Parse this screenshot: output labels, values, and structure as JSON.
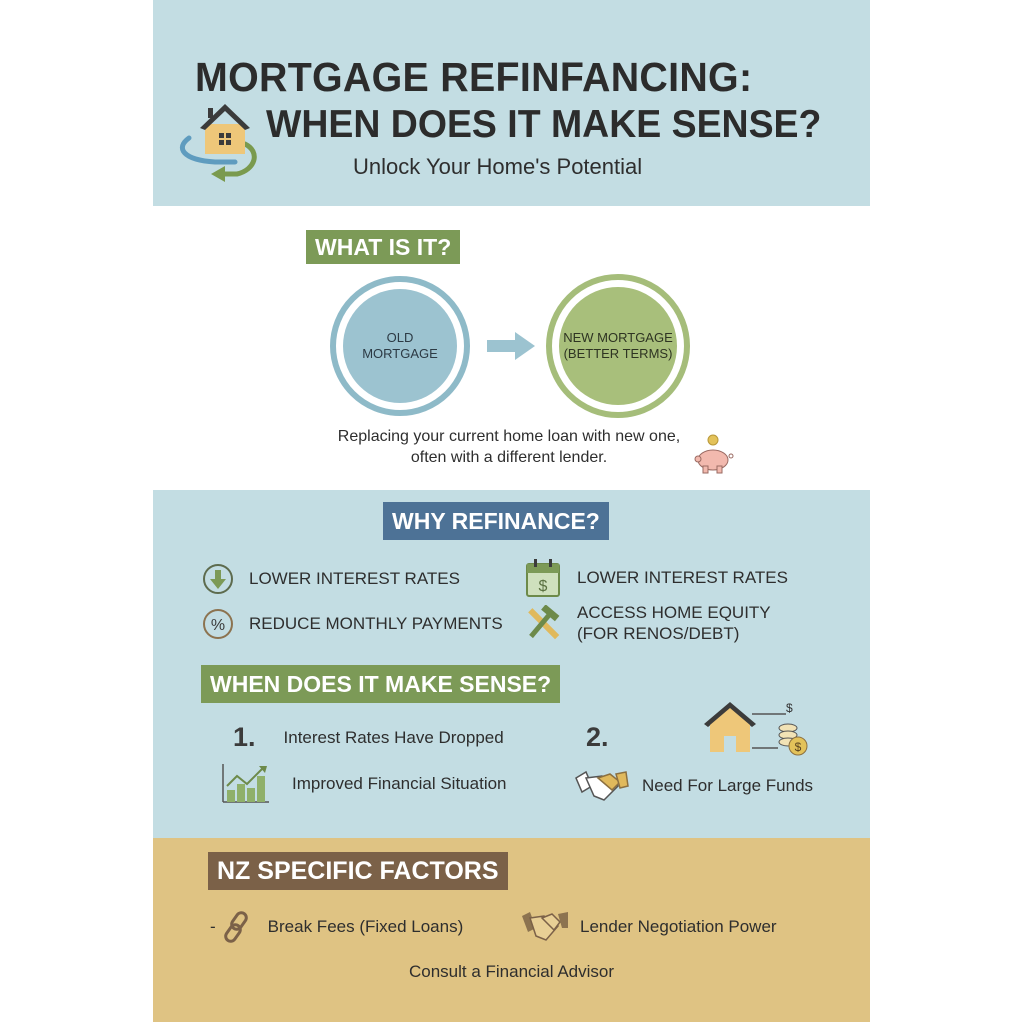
{
  "header": {
    "title_line1": "MORTGAGE REFINFANCING:",
    "title_line2": "WHEN DOES IT MAKE SENSE?",
    "subtitle": "Unlock Your Home's Potential",
    "icon": "house-refresh-icon"
  },
  "what_is_it": {
    "heading": "WHAT IS IT?",
    "old_label_1": "OLD",
    "old_label_2": "MORTGAGE",
    "new_label_1": "NEW MORTGAGE",
    "new_label_2": "(BETTER TERMS)",
    "description_line1": "Replacing your current home loan with new one,",
    "description_line2": "often with a different lender.",
    "icons": [
      "arrow-right-icon",
      "piggy-bank-icon"
    ]
  },
  "why_refinance": {
    "heading": "WHY REFINANCE?",
    "items": [
      {
        "icon": "down-arrow-circle-icon",
        "label": "LOWER INTEREST RATES"
      },
      {
        "icon": "percent-circle-icon",
        "label": "REDUCE MONTHLY PAYMENTS"
      },
      {
        "icon": "calendar-dollar-icon",
        "label": "LOWER INTEREST RATES"
      },
      {
        "icon": "hammer-ruler-icon",
        "label_line1": "ACCESS HOME EQUITY",
        "label_line2": "(FOR RENOS/DEBT)"
      }
    ]
  },
  "when_sense": {
    "heading": "WHEN DOES IT MAKE SENSE?",
    "items": [
      {
        "number": "1.",
        "label": "Interest Rates Have Dropped"
      },
      {
        "number": "2.",
        "icon": "house-coins-icon"
      },
      {
        "icon": "growth-chart-icon",
        "label": "Improved Financial Situation"
      },
      {
        "icon": "handshake-icon",
        "label": "Need For Large Funds"
      }
    ]
  },
  "nz_factors": {
    "heading": "NZ SPECIFIC FACTORS",
    "bullet": "-",
    "items": [
      {
        "icon": "chain-link-icon",
        "label": "Break Fees (Fixed Loans)"
      },
      {
        "icon": "handshake-icon",
        "label": "Lender Negotiation Power"
      }
    ],
    "footer": "Consult a Financial Advisor"
  },
  "colors": {
    "blue_panel": "#c3dde3",
    "tan_panel": "#dfc383",
    "green_tag": "#7c9a57",
    "blue_tag": "#4d7296",
    "brown_tag": "#7b6148"
  }
}
